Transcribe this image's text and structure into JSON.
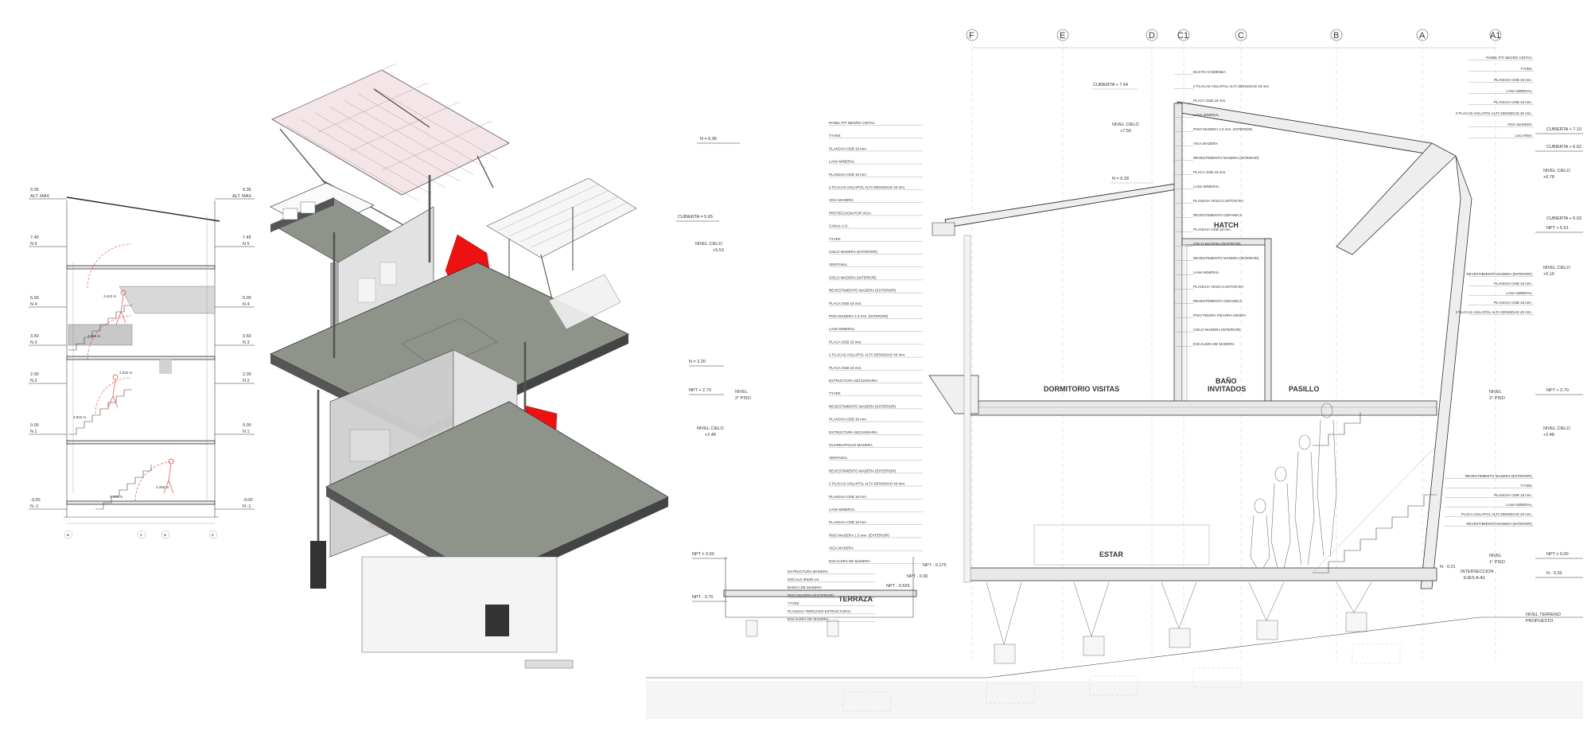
{
  "section_left": {
    "levels": [
      {
        "value": "9.35",
        "label": "ALT. MAX"
      },
      {
        "value": "7.45",
        "label": "N 5"
      },
      {
        "value": "5.00",
        "label": "N 4"
      },
      {
        "value": "3.50",
        "label": "N 3"
      },
      {
        "value": "2.00",
        "label": "N 2"
      },
      {
        "value": "0.00",
        "label": "N 1"
      },
      {
        "value": "-3.00",
        "label": "N -1"
      }
    ],
    "notes": [
      "3.410 m",
      "3.515 m",
      "2.015 m",
      "3.815 m",
      "2.895 m",
      "2.458 m"
    ],
    "grid": [
      "B",
      "C",
      "D",
      "E"
    ]
  },
  "section_right": {
    "grid_axes": [
      "F",
      "E",
      "D",
      "C1",
      "C",
      "B",
      "A",
      "A1"
    ],
    "rooms": {
      "dormitorio": "DORMITORIO VISITAS",
      "bano": "BAÑO",
      "bano2": "INVITADOS",
      "pasillo": "PASILLO",
      "hatch": "HATCH",
      "estar": "ESTAR",
      "terraza": "TERRAZA"
    },
    "levels_left": [
      {
        "label": "N = 6.96"
      },
      {
        "label": "CUBIERTA = 5.65"
      },
      {
        "label": "NIVEL CIELO",
        "value": "+5.53"
      },
      {
        "label": "N = 3.20"
      },
      {
        "label": "NPT + 2.70"
      },
      {
        "label": "NIVEL",
        "value": "2° PISO"
      },
      {
        "label": "NIVEL CIELO",
        "value": "+2.48"
      },
      {
        "label": "NPT ± 0.00"
      },
      {
        "label": "NPT - 0.70"
      },
      {
        "label": "NPT - 0.175"
      },
      {
        "label": "NPT - 0.30"
      },
      {
        "label": "NPT - 0.525"
      }
    ],
    "levels_right": [
      {
        "label": "CUBIERTA + 7.10"
      },
      {
        "label": "CUBIERTA + 6.62"
      },
      {
        "label": "NIVEL CIELO",
        "value": "+6.78"
      },
      {
        "label": "CUBIERTA + 6.03"
      },
      {
        "label": "NPT + 5.51"
      },
      {
        "label": "NIVEL CIELO",
        "value": "+5.10"
      },
      {
        "label": "NPT + 2.70"
      },
      {
        "label": "NIVEL",
        "value": "2° PISO"
      },
      {
        "label": "NIVEL CIELO",
        "value": "+2.48"
      },
      {
        "label": "NPT ± 0.00"
      },
      {
        "label": "NIVEL",
        "value": "1° PISO"
      },
      {
        "label": "N - 0.33"
      },
      {
        "label": "N - 0.21"
      },
      {
        "label": "INTERSECCION",
        "value": "EJES A-A1"
      }
    ],
    "top_levels": [
      {
        "label": "CUBIERTA + 7.64"
      },
      {
        "label": "NIVEL CIELO",
        "value": "+7.56"
      },
      {
        "label": "N = 6.28"
      }
    ],
    "terrain": [
      "NIVEL TERRENO",
      "PROPUESTO"
    ],
    "notes_left_col": [
      "PANEL PIT NEGRO CINTAC",
      "TYVEK",
      "PLANCHA OSB 18 mm.",
      "LANA MINERAL",
      "PLANCHA OSB 18 mm.",
      "2 PLACAS AISLAPOL ALTA DENSIDAD 40 mm.",
      "VIGA MADERA",
      "PROTECCION POR VIGA",
      "CANAL A.G.",
      "TYVEK",
      "CIELO MADERA (EXTERIOR)",
      "VENTANAL",
      "CIELO MADERA (INTERIOR)",
      "REVESTIMIENTO MADERA (EXTERIOR)",
      "PLACA OSB 18 mm.",
      "PISO MADERA 1.5 mm. (INTERIOR)",
      "LANA MINERAL",
      "PLACA OSB 18 mm.",
      "2 PLACAS AISLAPOL ALTA DENSIDAD 40 mm.",
      "PLACA OSB 18 mm.",
      "ESTRUCTURA SECUNDARIA",
      "TYVEK",
      "REVESTIMIENTO MADERA (EXTERIOR)",
      "PLANCHA OSB 18 mm.",
      "ESTRUCTURA SECUNDARIA",
      "GUARDAPOLVO MADERA",
      "VENTANAL",
      "REVESTIMIENTO MADERA (EXTERIOR)",
      "2 PLACAS AISLAPOL ALTA DENSIDAD 40 mm.",
      "PLANCHA OSB 18 mm.",
      "LANA MINERAL",
      "PLANCHA OSB 18 mm.",
      "PISO MADERA 1.5 mm. (EXTERIOR)",
      "VIGA MADERA",
      "ESCALERA DE MADERA"
    ],
    "notes_mid_col": [
      "DUCTO CHIMENEA",
      "2 PLACAS AISLAPOL ALTA DENSIDAD 40 mm.",
      "PLACA OSB 18 mm.",
      "LANA MINERAL",
      "PISO MADERA 1.5 mm. (INTERIOR)",
      "VIGA MADERA",
      "REVESTIMIENTO MADERA (INTERIOR)",
      "PLACA OSB 18 mm.",
      "LANA MINERAL",
      "PLANCHA YESO-CARTON RH",
      "REVESTIMIENTO CERAMICA",
      "PLANCHA OSB 18 mm.",
      "CIELO MADERA (INTERIOR)",
      "REVESTIMIENTO MADERA (INTERIOR)",
      "LANA MINERAL",
      "PLANCHA YESO-CARTON RH",
      "REVESTIMIENTO CERAMICA",
      "PISO PIEDRA PIZARRA NEGRA",
      "CIELO MADERA (INTERIOR)",
      "ESCALERA DE MADERA"
    ],
    "notes_right_col": [
      "PANEL PIT NEGRO CINTAC",
      "TYVEK",
      "PLANCHA OSB 18 mm.",
      "LANA MINERAL",
      "PLANCHA OSB 18 mm.",
      "2 PLACAS AISLAPOL ALTA DENSIDAD 40 mm.",
      "VIGA MADERA",
      "LUCARNA",
      "REVESTIMIENTO MADERA (INTERIOR)",
      "PLANCHA OSB 18 mm.",
      "LANA MINERAL",
      "PLANCHA OSB 18 mm.",
      "2 PLACAS AISLAPOL ALTA DENSIDAD 40 mm.",
      "REVESTIMIENTO MADERA (EXTERIOR)",
      "TYVEK",
      "PLANCHA OSB 18 mm.",
      "LANA MINERAL",
      "PLACA AISLAPOL ALTA DENSIDAD 20 mm.",
      "REVESTIMIENTO MADERA (INTERIOR)"
    ],
    "foundation_notes": [
      "ESTRUCTURA MADERA",
      "ZOCALO 30x30 cm.",
      "BANCA DE MADERA",
      "PISO MADERA (EXTERIOR)",
      "TYVEK",
      "PLANCHA TERCIADO ESTRUCTURAL",
      "ESCALERA DE MADERA"
    ]
  }
}
